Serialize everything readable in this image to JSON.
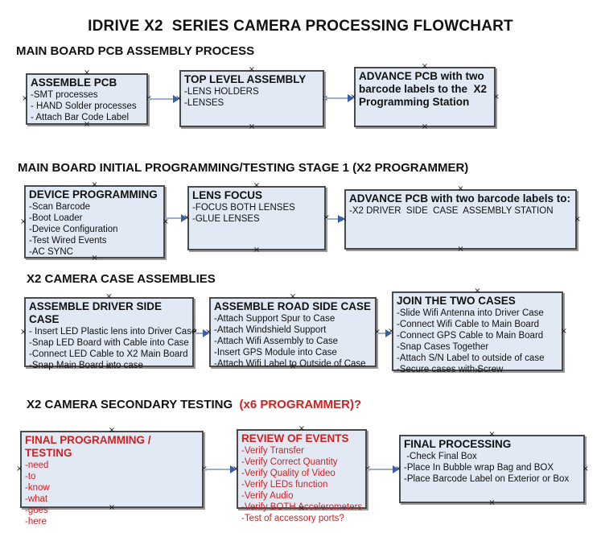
{
  "title": "IDRIVE X2  SERIES CAMERA PROCESSING FLOWCHART",
  "colors": {
    "page_bg": "#ffffff",
    "text": "#111111",
    "red_text": "#cc2222",
    "box_fill": "#e1e9f4",
    "box_border": "#4a4a4a",
    "box_shadow": "#9a9a9a",
    "arrow_line": "#9bb0cc",
    "arrow_head": "#3a5fa5"
  },
  "sections": [
    {
      "heading": "MAIN BOARD PCB ASSEMBLY PROCESS"
    },
    {
      "heading": "MAIN BOARD INITIAL PROGRAMMING/TESTING STAGE 1 (X2 PROGRAMMER)"
    },
    {
      "heading": "X2 CAMERA CASE ASSEMBLIES"
    },
    {
      "heading": "X2 CAMERA SECONDARY TESTING",
      "heading_suffix": "  (x6 PROGRAMMER)?"
    }
  ],
  "boxes": [
    {
      "title": "ASSEMBLE PCB",
      "items": [
        "-SMT processes",
        "- HAND Solder processes",
        "- Attach Bar Code Label"
      ]
    },
    {
      "title": "TOP LEVEL ASSEMBLY",
      "items": [
        "-LENS HOLDERS",
        "-LENSES"
      ]
    },
    {
      "title": "ADVANCE PCB with two barcode labels to the  X2 Programming Station",
      "items": []
    },
    {
      "title": "DEVICE PROGRAMMING",
      "items": [
        "-Scan Barcode",
        "-Boot Loader",
        "-Device Configuration",
        "-Test Wired Events",
        "-AC SYNC"
      ]
    },
    {
      "title": "LENS FOCUS",
      "items": [
        "-FOCUS BOTH LENSES",
        "-GLUE LENSES"
      ]
    },
    {
      "title": "ADVANCE PCB with two barcode labels to:",
      "items": [
        "-X2 DRIVER  SIDE  CASE  ASSEMBLY STATION"
      ]
    },
    {
      "title": "ASSEMBLE DRIVER SIDE CASE",
      "items": [
        "- Insert LED Plastic lens into Driver Case",
        "-Snap LED Board with Cable into Case",
        "-Connect LED Cable to X2 Main Board",
        "-Snap Main Board into case"
      ]
    },
    {
      "title": "ASSEMBLE ROAD SIDE CASE",
      "items": [
        "-Attach Support Spur to Case",
        "-Attach Windshield Support",
        "-Attach Wifi Assembly to Case",
        "-Insert GPS Module into Case",
        "-Attach Wifi Label to Outside of Case"
      ]
    },
    {
      "title": "JOIN THE TWO CASES",
      "items": [
        "-Slide Wifi Antenna into Driver Case",
        "-Connect Wifi Cable to Main Board",
        "-Connect GPS Cable to Main Board",
        "-Snap Cases Together",
        "-Attach S/N Label to outside of case",
        "-Secure cases with Screw"
      ]
    },
    {
      "title": "FINAL PROGRAMMING / TESTING",
      "red": true,
      "items": [
        "-need",
        "-to",
        "-know",
        "-what",
        "-goes",
        "-here"
      ]
    },
    {
      "title": "REVIEW OF EVENTS",
      "red": true,
      "items": [
        "-Verify Transfer",
        "-Verify Correct Quantity",
        "-Verify Quality of Video",
        "-Verify LEDs function",
        "-Verify Audio",
        "-Verify BOTH Accelerometers",
        "-Test of accessory ports?"
      ]
    },
    {
      "title": "FINAL PROCESSING",
      "items": [
        " -Check Final Box",
        "-Place In Bubble wrap Bag and BOX",
        "-Place Barcode Label on Exterior or Box"
      ]
    }
  ]
}
